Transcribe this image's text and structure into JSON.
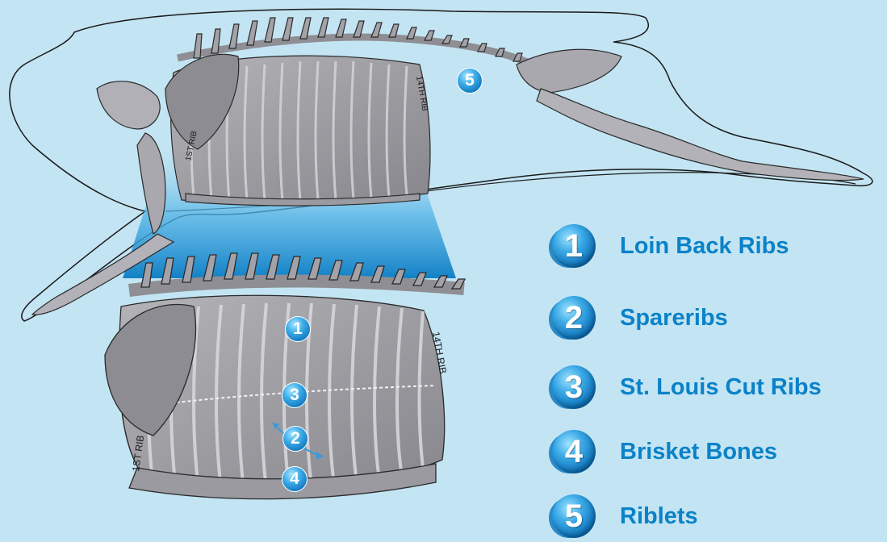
{
  "legend": [
    {
      "num": "1",
      "label": "Loin Back Ribs"
    },
    {
      "num": "2",
      "label": "Spareribs"
    },
    {
      "num": "3",
      "label": "St. Louis Cut Ribs"
    },
    {
      "num": "4",
      "label": "Brisket Bones"
    },
    {
      "num": "5",
      "label": "Riblets"
    }
  ],
  "markers": {
    "m1": "1",
    "m2": "2",
    "m3": "3",
    "m4": "4",
    "m5": "5"
  },
  "bone_labels": {
    "first_rib_top": "1ST RIB",
    "last_rib_top": "14TH RIB",
    "first_rib_bottom": "1ST RIB",
    "last_rib_bottom": "14TH RIB"
  },
  "colors": {
    "background": "#c3e4f3",
    "accent": "#0a82c8",
    "bone": "#9a9a9e",
    "outline": "#1a1a1a"
  }
}
